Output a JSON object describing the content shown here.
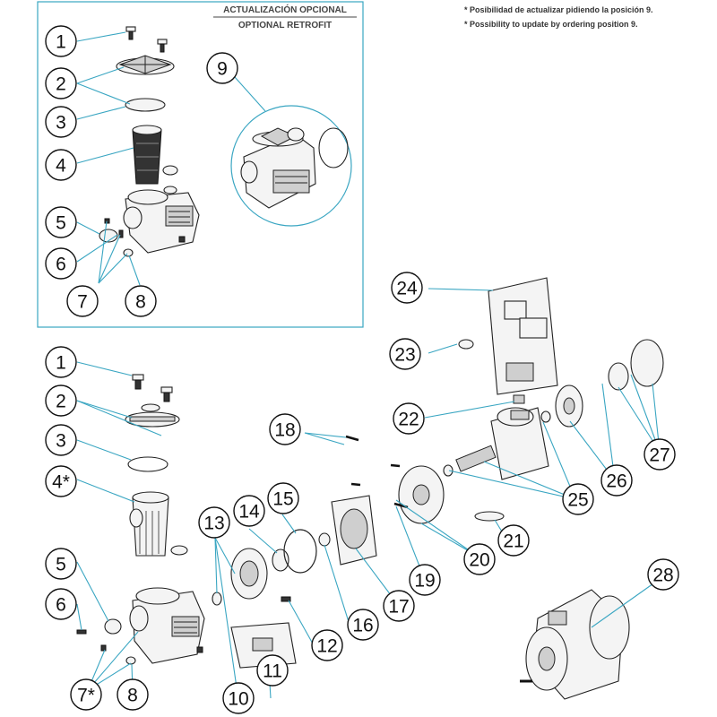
{
  "header": {
    "retrofit_title_es": "ACTUALIZACIÓN OPCIONAL",
    "retrofit_title_en": "OPTIONAL RETROFIT"
  },
  "notes": {
    "es": "* Posibilidad de actualizar pidiendo la posición 9.",
    "en": "* Possibility to update by ordering position 9."
  },
  "colors": {
    "leader": "#3aa6c2",
    "box_border": "#3aa6c2",
    "outline": "#222222"
  },
  "callouts": {
    "top": [
      {
        "id": "t1",
        "label": "1"
      },
      {
        "id": "t2",
        "label": "2"
      },
      {
        "id": "t3",
        "label": "3"
      },
      {
        "id": "t4",
        "label": "4"
      },
      {
        "id": "t5",
        "label": "5"
      },
      {
        "id": "t6",
        "label": "6"
      },
      {
        "id": "t7",
        "label": "7"
      },
      {
        "id": "t8",
        "label": "8"
      },
      {
        "id": "t9",
        "label": "9"
      }
    ],
    "main": [
      {
        "id": "m1",
        "label": "1"
      },
      {
        "id": "m2",
        "label": "2"
      },
      {
        "id": "m3",
        "label": "3"
      },
      {
        "id": "m4",
        "label": "4*"
      },
      {
        "id": "m5",
        "label": "5"
      },
      {
        "id": "m6",
        "label": "6"
      },
      {
        "id": "m7",
        "label": "7*"
      },
      {
        "id": "m8",
        "label": "8"
      },
      {
        "id": "m10",
        "label": "10"
      },
      {
        "id": "m11",
        "label": "11"
      },
      {
        "id": "m12",
        "label": "12"
      },
      {
        "id": "m13",
        "label": "13"
      },
      {
        "id": "m14",
        "label": "14"
      },
      {
        "id": "m15",
        "label": "15"
      },
      {
        "id": "m16",
        "label": "16"
      },
      {
        "id": "m17",
        "label": "17"
      },
      {
        "id": "m18",
        "label": "18"
      },
      {
        "id": "m19",
        "label": "19"
      },
      {
        "id": "m20",
        "label": "20"
      },
      {
        "id": "m21",
        "label": "21"
      },
      {
        "id": "m22",
        "label": "22"
      },
      {
        "id": "m23",
        "label": "23"
      },
      {
        "id": "m24",
        "label": "24"
      },
      {
        "id": "m25",
        "label": "25"
      },
      {
        "id": "m26",
        "label": "26"
      },
      {
        "id": "m27",
        "label": "27"
      },
      {
        "id": "m28",
        "label": "28"
      }
    ]
  }
}
